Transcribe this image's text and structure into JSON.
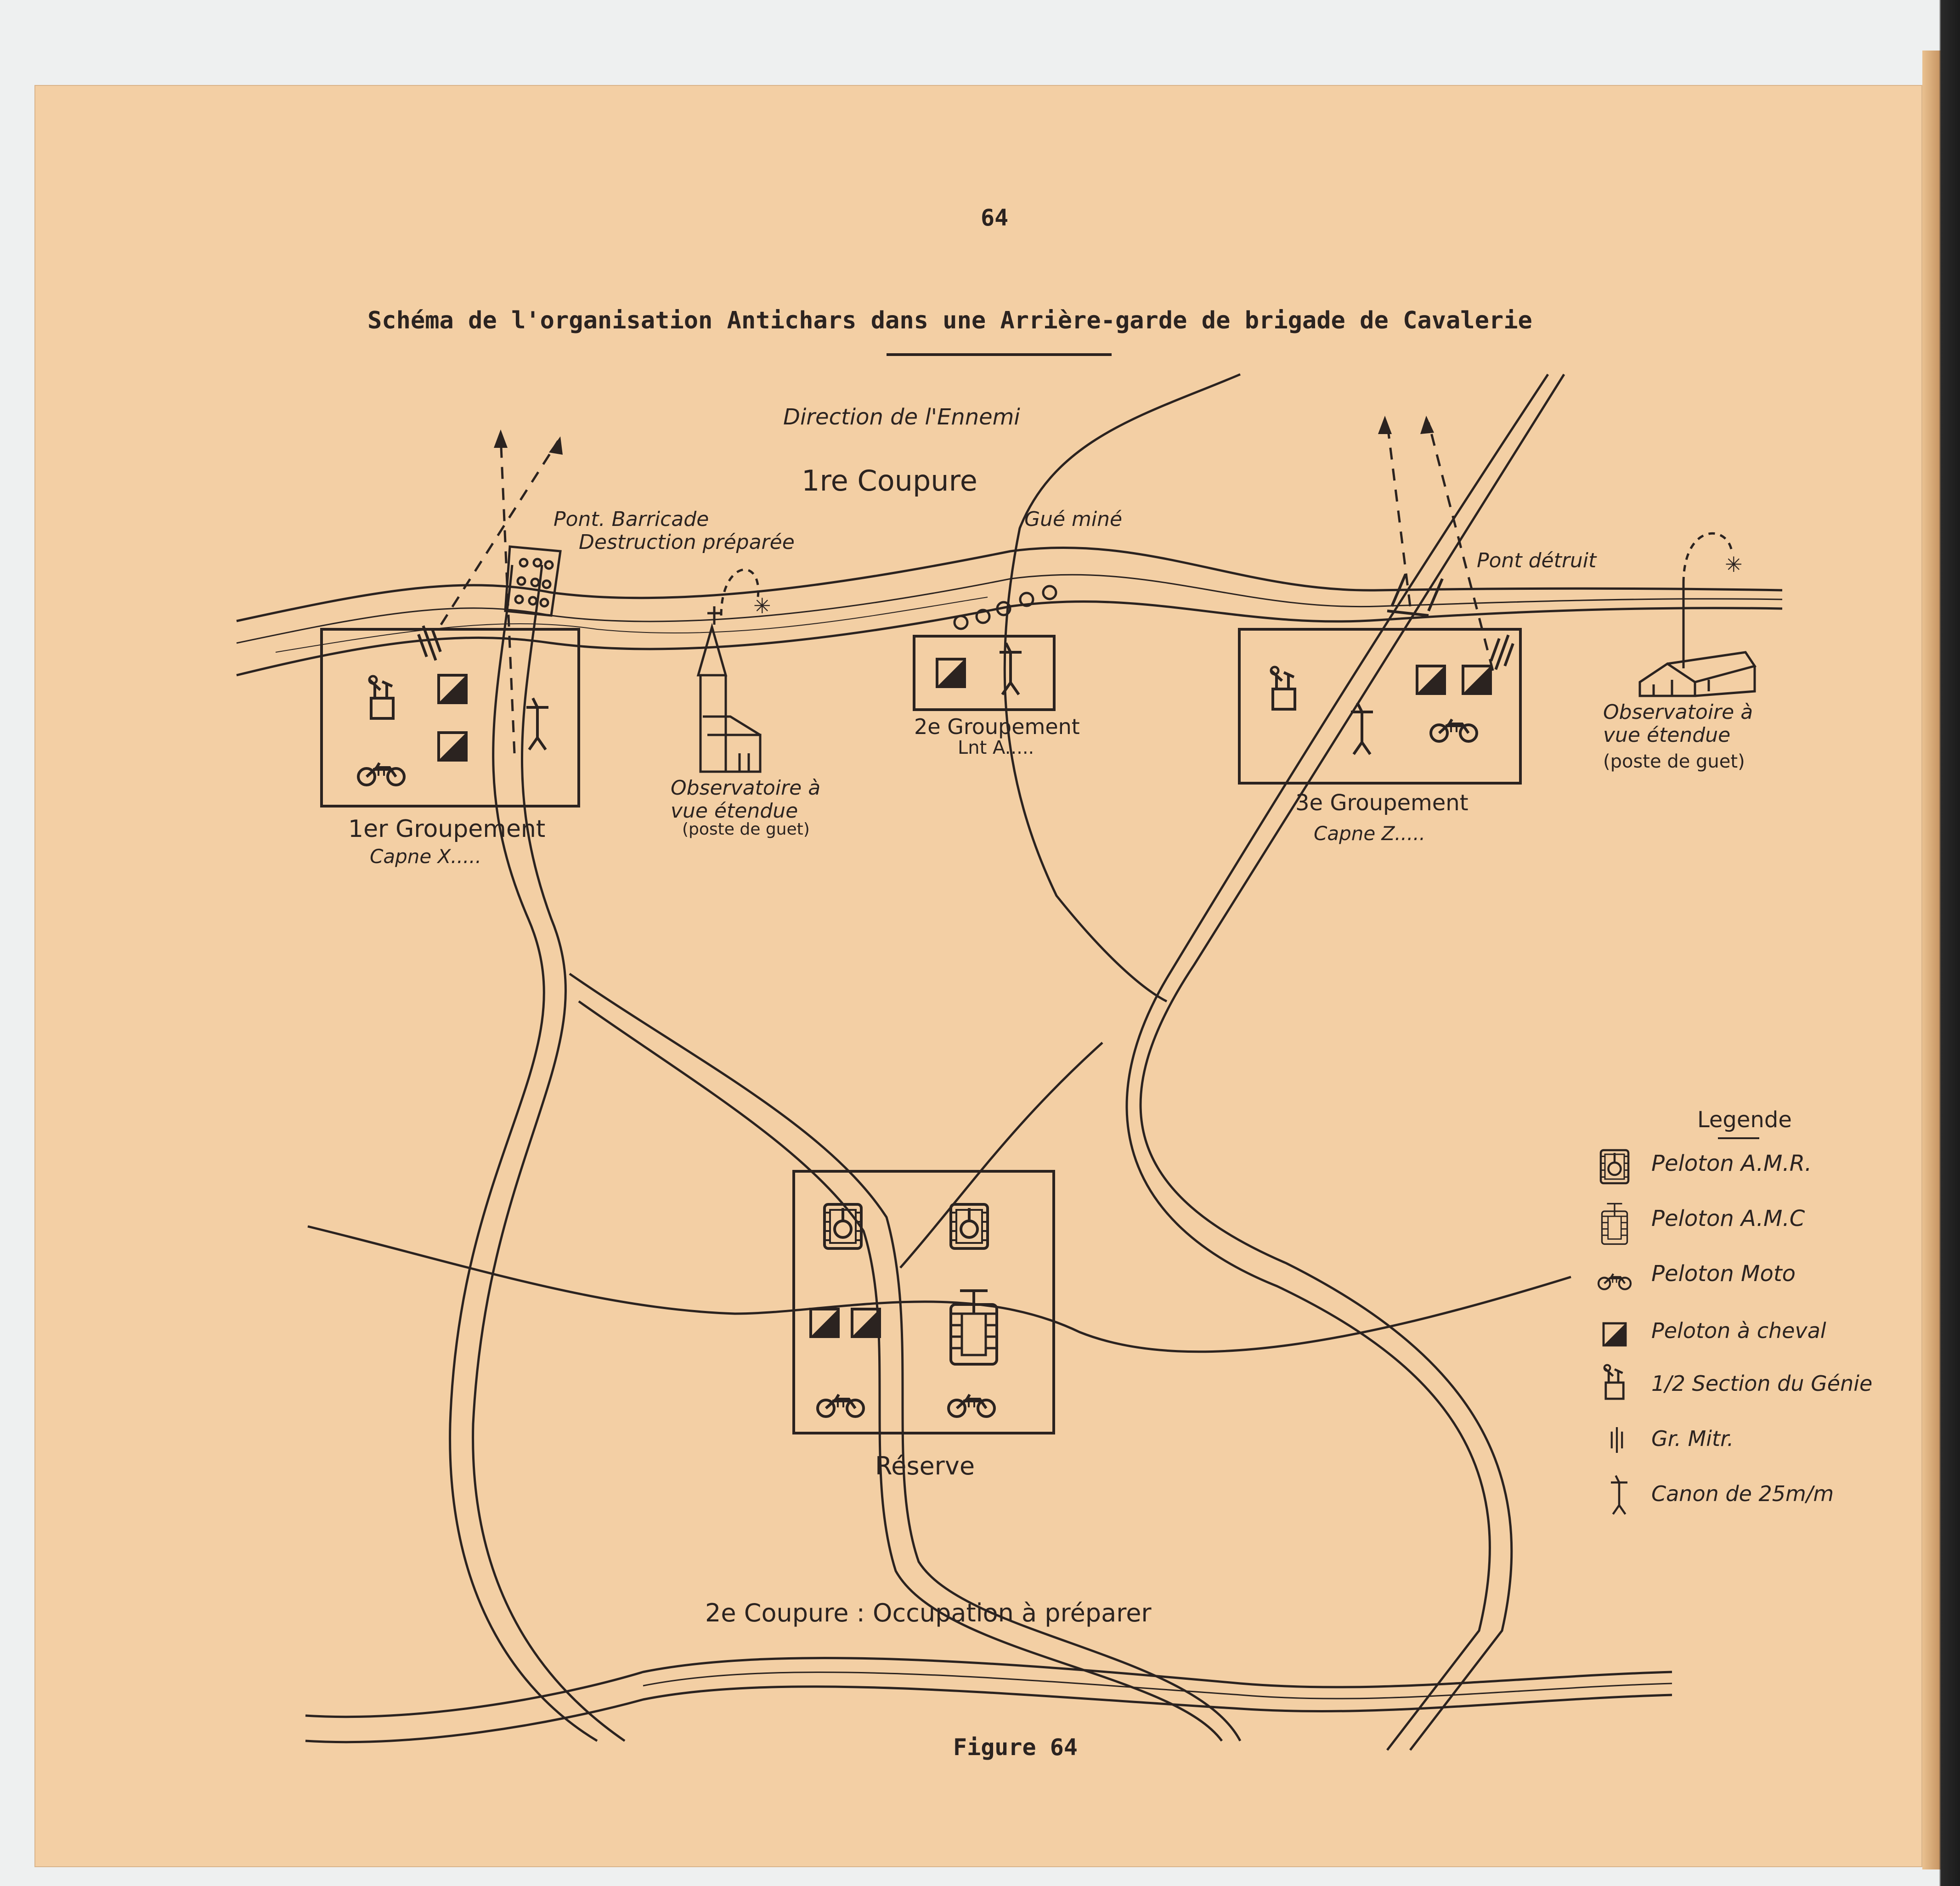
{
  "page_number": "64",
  "title": "Schéma de l'organisation  Antichars dans une Arrière-garde de brigade de Cavalerie",
  "labels": {
    "direction": "Direction de l'Ennemi",
    "coupure1": "1re Coupure",
    "pont_barricade": "Pont. Barricade",
    "destruction": "Destruction préparée",
    "gue_mine": "Gué miné",
    "pont_detruit": "Pont détruit",
    "groupement1": "1er Groupement",
    "groupement1_chef": "Capne X.....",
    "groupement2": "2e Groupement",
    "groupement2_chef": "Lnt A.....",
    "groupement3": "3e Groupement",
    "groupement3_chef": "Capne Z.....",
    "observatoire_a_l1": "Observatoire à",
    "observatoire_a_l2": "vue étendue",
    "observatoire_a_l3": "(poste de guet)",
    "observatoire_b_l1": "Observatoire à",
    "observatoire_b_l2": "vue étendue",
    "observatoire_b_l3": "(poste de guet)",
    "reserve": "Réserve",
    "coupure2": "2e Coupure  :  Occupation à préparer",
    "figure": "Figure 64"
  },
  "legend": {
    "title": "Legende",
    "items": [
      {
        "icon": "amr-vehicle-icon",
        "label": "Peloton A.M.R."
      },
      {
        "icon": "amc-vehicle-icon",
        "label": "Peloton A.M.C"
      },
      {
        "icon": "motorcycle-icon",
        "label": "Peloton Moto"
      },
      {
        "icon": "cavalry-square-icon",
        "label": "Peloton à cheval"
      },
      {
        "icon": "engineer-icon",
        "label": "1/2 Section du Génie"
      },
      {
        "icon": "machine-gun-icon",
        "label": "Gr. Mitr."
      },
      {
        "icon": "cannon-icon",
        "label": "Canon de 25m/m"
      }
    ]
  },
  "colors": {
    "paper": "#f3cfa4",
    "ink": "#2b2320"
  }
}
